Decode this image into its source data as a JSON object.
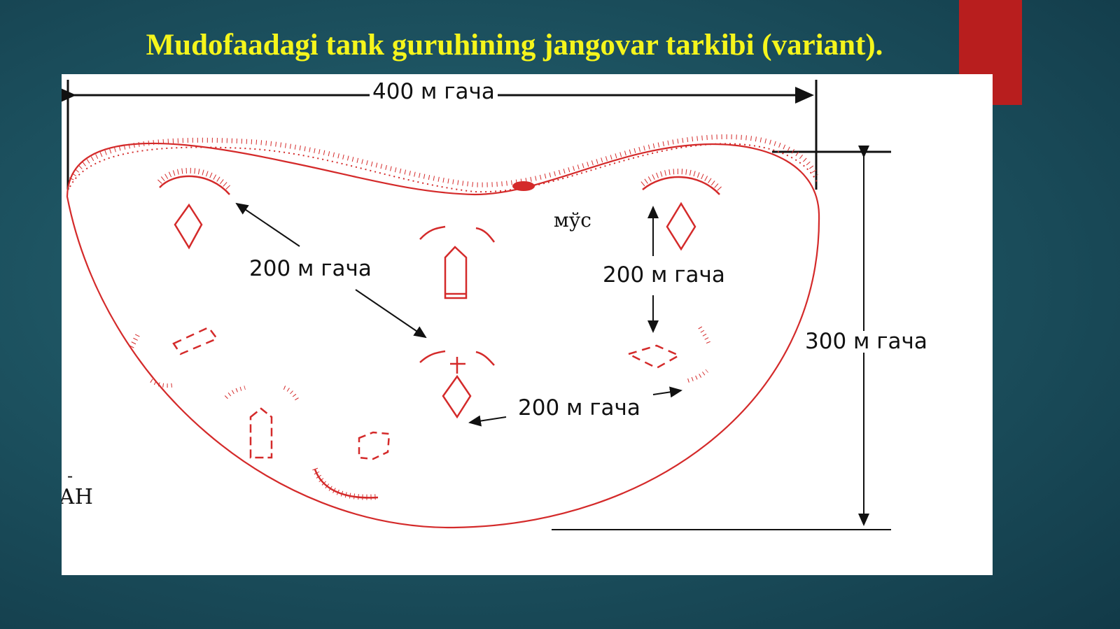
{
  "slide": {
    "title": "Mudofaadagi tank guruhining jangovar tarkibi (variant).",
    "accent_color": "#b81e1e",
    "title_color": "#f5f51c"
  },
  "diagram": {
    "line_color": "#d42a2a",
    "labels": {
      "width_label": "400 м гача",
      "height_label": "300 м гача",
      "dist_left": "200 м гача",
      "dist_right": "200 м гача",
      "dist_bottom": "200 м гача",
      "mus_label": "мўс",
      "edge_fragment": "АН",
      "edge_dash": "-"
    }
  }
}
